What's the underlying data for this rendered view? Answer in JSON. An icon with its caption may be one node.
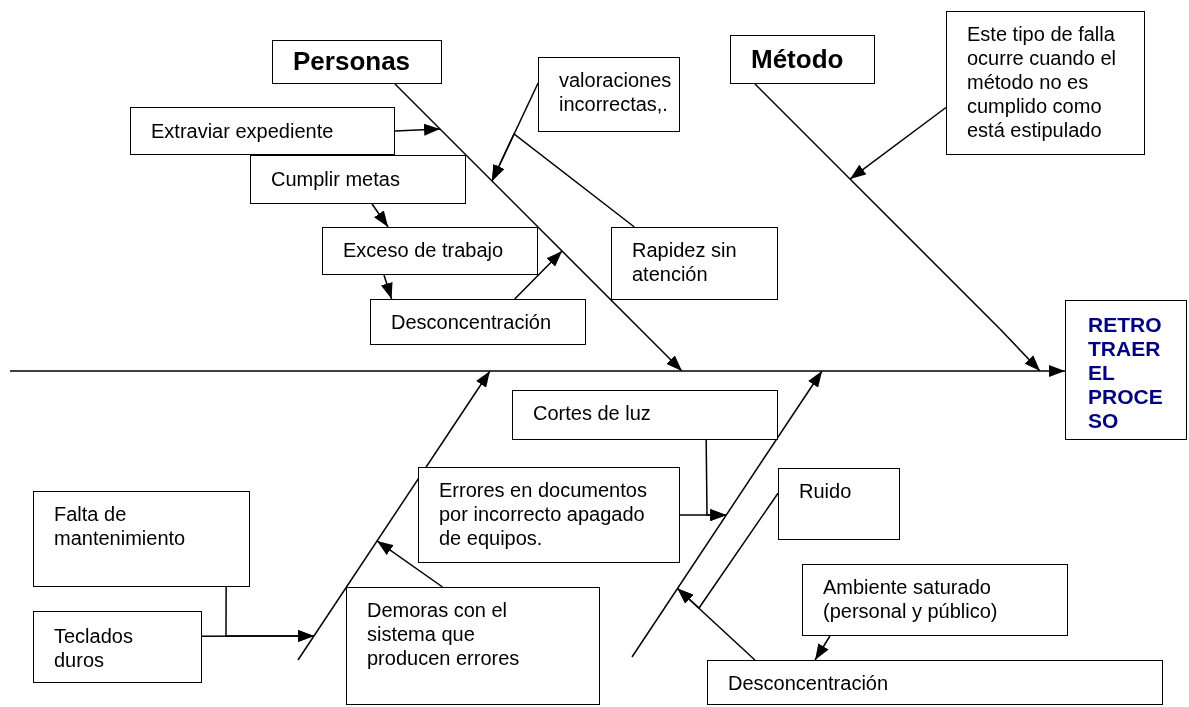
{
  "diagram": {
    "nodes": [
      {
        "text": [
          "Personas"
        ]
      },
      {
        "text": [
          "Método"
        ]
      },
      {
        "text": [
          "Este tipo de falla ocurre cuando el método no es cumplido como está estipulado"
        ]
      },
      {
        "text": [
          "valoraciones incorrectas,."
        ]
      },
      {
        "text": [
          "Extraviar expediente"
        ]
      },
      {
        "text": [
          "Cumplir metas"
        ]
      },
      {
        "text": [
          "Exceso de trabajo"
        ]
      },
      {
        "text": [
          "Rapidez sin atención"
        ]
      },
      {
        "text": [
          "Desconcentración"
        ]
      },
      {
        "text": [
          "RETRO TRAER EL PROCE SO"
        ]
      },
      {
        "text": [
          "Cortes de luz"
        ]
      },
      {
        "text": [
          "Errores en documentos por incorrecto apagado de equipos."
        ]
      },
      {
        "text": [
          "Ruido"
        ]
      },
      {
        "text": [
          "Falta de mantenimiento"
        ]
      },
      {
        "text": [
          "Teclados duros"
        ]
      },
      {
        "text": [
          "Demoras con el sistema que producen errores"
        ]
      },
      {
        "text": [
          "Ambiente saturado (personal y público)"
        ]
      },
      {
        "text": [
          "Desconcentración"
        ]
      },
      {
        "text": [],
        "shape": "line"
      },
      {
        "text": [],
        "shape": "line"
      },
      {
        "text": [],
        "shape": "line"
      },
      {
        "text": [],
        "shape": "line"
      },
      {
        "text": [],
        "shape": "line"
      }
    ],
    "edges": [
      {
        "from": 18,
        "to": 9,
        "arrow": "to"
      },
      {
        "from": 19,
        "to": 18,
        "arrow": "to"
      },
      {
        "from": 20,
        "to": 18,
        "arrow": "to"
      },
      {
        "from": 2,
        "to": 20,
        "arrow": "to"
      },
      {
        "from": 4,
        "to": 19,
        "arrow": "to"
      },
      {
        "from": 3,
        "to": 19,
        "arrow": "to"
      },
      {
        "from": 7,
        "to": 19,
        "arrow": "to"
      },
      {
        "from": 5,
        "to": 6,
        "arrow": "to"
      },
      {
        "from": 6,
        "to": 8,
        "arrow": "to"
      },
      {
        "from": 8,
        "to": 19,
        "arrow": "to"
      },
      {
        "from": 21,
        "to": 18,
        "arrow": "to"
      },
      {
        "from": 22,
        "to": 18,
        "arrow": "to"
      },
      {
        "from": 14,
        "to": 21,
        "arrow": "to"
      },
      {
        "from": 13,
        "to": 21,
        "arrow": "to"
      },
      {
        "from": 15,
        "to": 21,
        "arrow": "to"
      },
      {
        "from": 10,
        "to": 22,
        "arrow": "to"
      },
      {
        "from": 11,
        "to": 22,
        "arrow": "to"
      },
      {
        "from": 12,
        "to": 22,
        "arrow": "to"
      },
      {
        "from": 16,
        "to": 17,
        "arrow": "to"
      },
      {
        "from": 17,
        "to": 22,
        "arrow": "to"
      }
    ]
  }
}
